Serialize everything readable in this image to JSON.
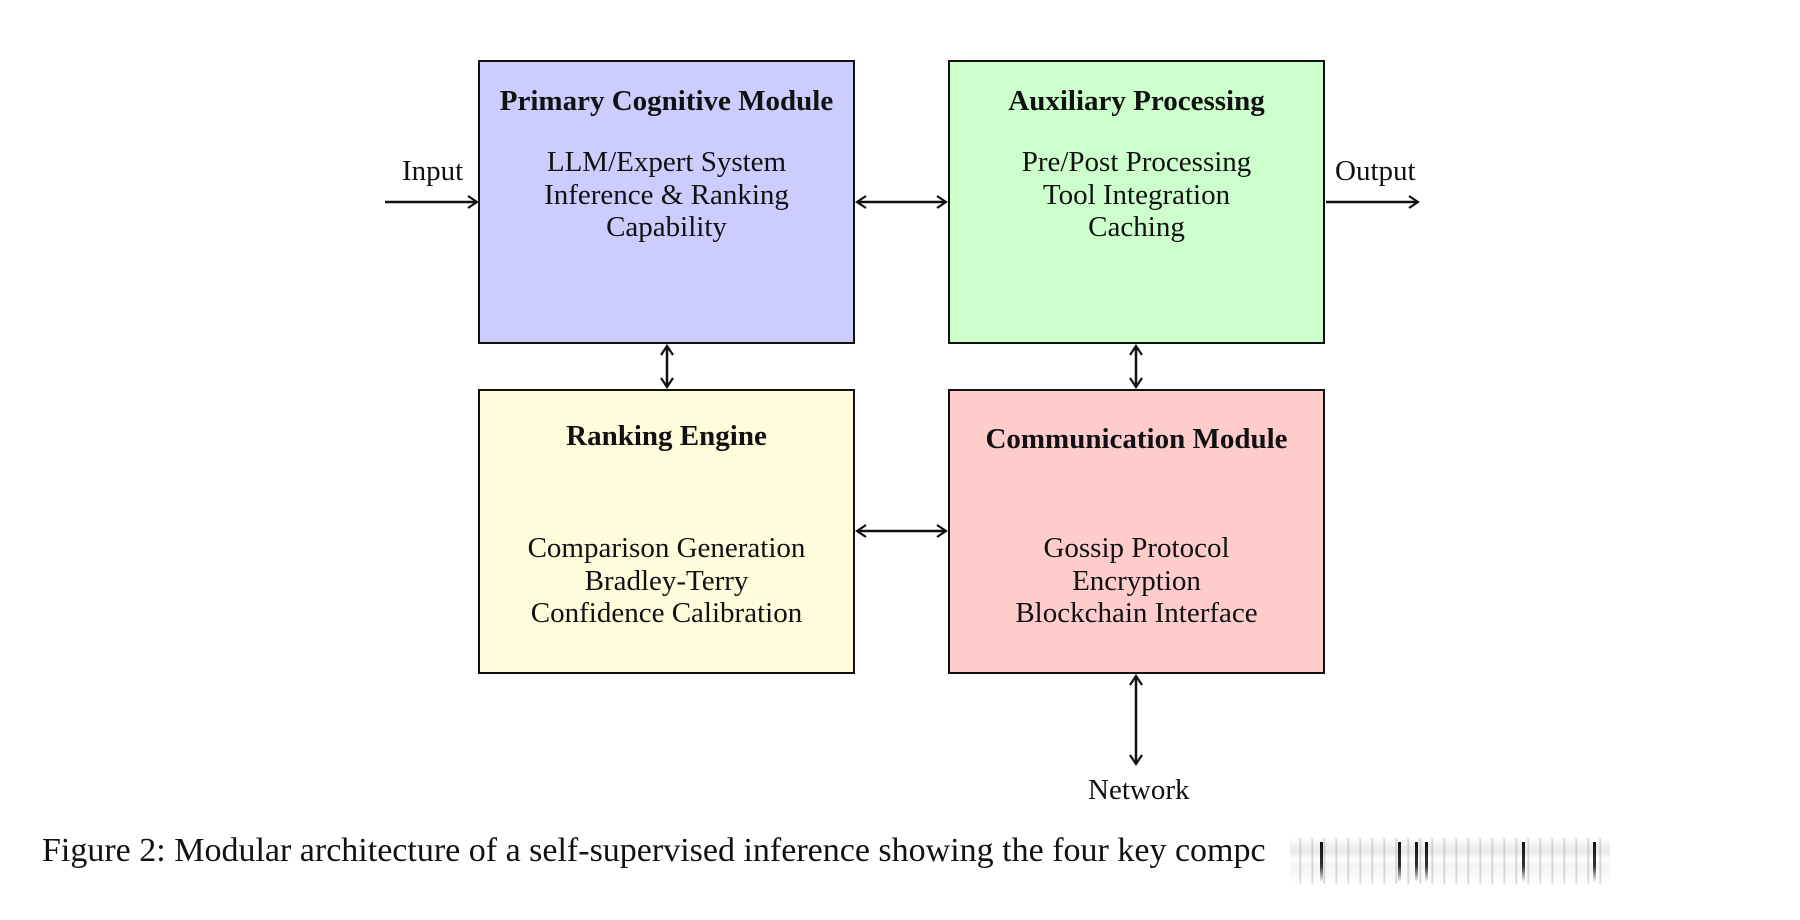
{
  "figure": {
    "caption": "Figure 2: Modular architecture of a self-supervised inference showing the four key compc",
    "caption_obscured_note": "remainder of caption obscured by rendering artifact"
  },
  "external_labels": {
    "input": "Input",
    "output": "Output",
    "network": "Network"
  },
  "modules": [
    {
      "id": "primary",
      "title": "Primary Cognitive Module",
      "lines": [
        "LLM/Expert System",
        "Inference & Ranking",
        "Capability"
      ],
      "fill": "#CCCCFF"
    },
    {
      "id": "aux",
      "title": "Auxiliary Processing",
      "lines": [
        "Pre/Post Processing",
        "Tool Integration",
        "Caching"
      ],
      "fill": "#CCFFCC"
    },
    {
      "id": "rank",
      "title": "Ranking Engine",
      "lines": [
        "Comparison Generation",
        "Bradley-Terry",
        "Confidence Calibration"
      ],
      "fill": "#FFFCDC"
    },
    {
      "id": "comm",
      "title": "Communication Module",
      "lines": [
        "Gossip Protocol",
        "Encryption",
        "Blockchain Interface"
      ],
      "fill": "#FFCCCC"
    }
  ],
  "connections": [
    {
      "from": "Input",
      "to": "Primary Cognitive Module",
      "direction": "one-way"
    },
    {
      "from": "Primary Cognitive Module",
      "to": "Auxiliary Processing",
      "direction": "bidirectional"
    },
    {
      "from": "Auxiliary Processing",
      "to": "Output",
      "direction": "one-way"
    },
    {
      "from": "Primary Cognitive Module",
      "to": "Ranking Engine",
      "direction": "bidirectional"
    },
    {
      "from": "Auxiliary Processing",
      "to": "Communication Module",
      "direction": "bidirectional"
    },
    {
      "from": "Ranking Engine",
      "to": "Communication Module",
      "direction": "bidirectional"
    },
    {
      "from": "Communication Module",
      "to": "Network",
      "direction": "bidirectional"
    }
  ],
  "colors": {
    "stroke": "#111111",
    "background": "#FFFFFF"
  }
}
